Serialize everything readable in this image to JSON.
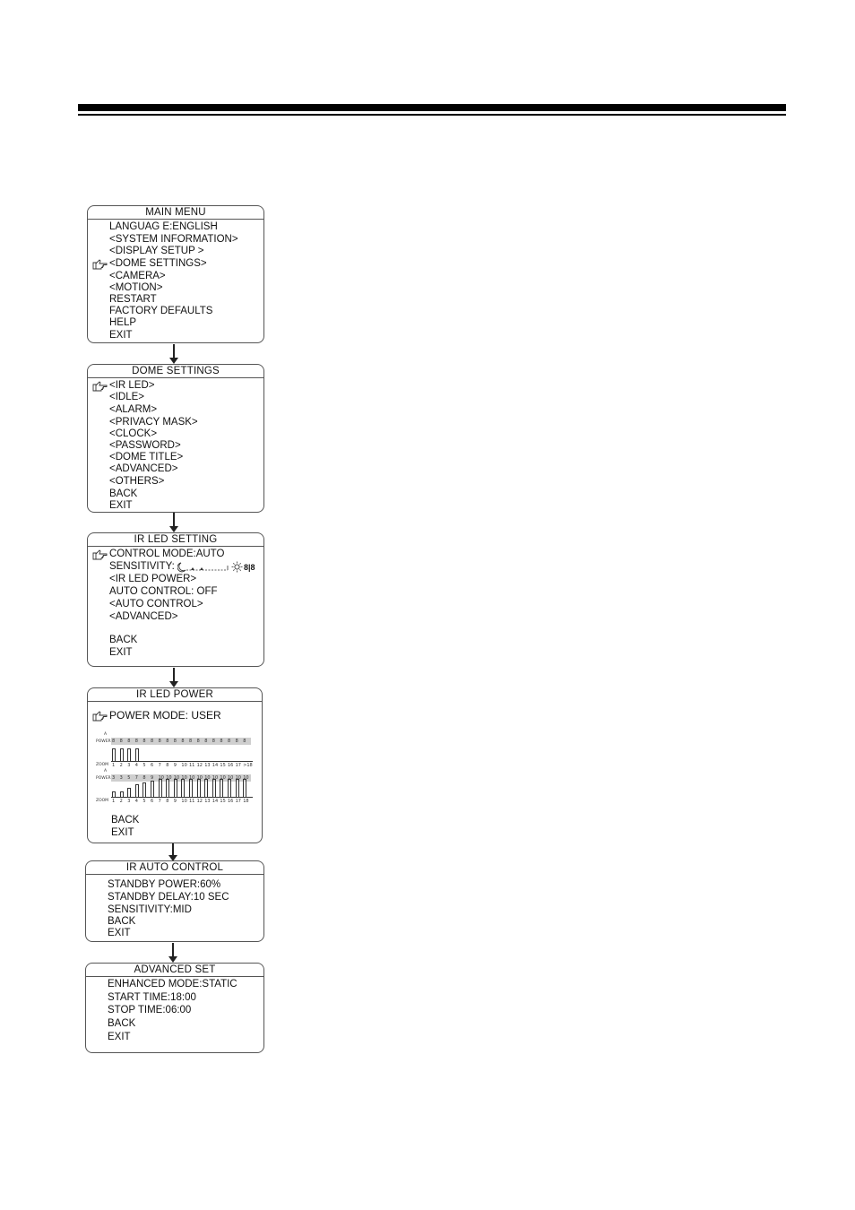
{
  "main_menu": {
    "title": "MAIN MENU",
    "items": [
      "LANGUAG E:ENGLISH",
      "<SYSTEM INFORMATION>",
      "<DISPLAY SETUP >",
      "<DOME SETTINGS>",
      "<CAMERA>",
      "<MOTION>",
      "RESTART",
      "FACTORY DEFAULTS",
      "HELP",
      "EXIT"
    ]
  },
  "dome_settings": {
    "title": "DOME SETTINGS",
    "items": [
      "<IR LED>",
      "<IDLE>",
      "<ALARM>",
      "<PRIVACY MASK>",
      "<CLOCK>",
      "<PASSWORD>",
      "<DOME TITLE>",
      "<ADVANCED>",
      "<OTHERS>",
      "BACK",
      "EXIT"
    ]
  },
  "ir_led_setting": {
    "title": "IR LED SETTING",
    "items": [
      "CONTROL MODE:AUTO",
      "SENSITIVITY:",
      "<IR LED POWER>",
      "AUTO CONTROL: OFF",
      "<AUTO CONTROL>",
      "<ADVANCED>",
      "BACK",
      "EXIT"
    ],
    "sensitivity_end": "8|8"
  },
  "ir_led_power": {
    "title": "IR LED POWER",
    "mode": "POWER MODE: USER",
    "chart1": {
      "row_label": "POWER",
      "axis_label": "ZOOM",
      "top_marker": "A",
      "values": [
        "8",
        "8",
        "8",
        "8",
        "8",
        "8",
        "8",
        "8",
        "8",
        "8",
        "8",
        "8",
        "8",
        "8",
        "8",
        "8",
        "8",
        "8"
      ],
      "x_labels": [
        "1",
        "2",
        "3",
        "4",
        "5",
        "6",
        "7",
        "8",
        "9",
        "10",
        "11",
        "12",
        "13",
        "14",
        "15",
        "16",
        "17",
        ">18"
      ],
      "bar_levels": [
        0.8,
        0.8,
        0.8,
        0.8,
        0,
        0,
        0,
        0,
        0,
        0,
        0,
        0,
        0,
        0,
        0,
        0,
        0,
        0
      ]
    },
    "chart2": {
      "row_label": "POWER",
      "axis_label": "ZOOM",
      "top_marker": "A",
      "values": [
        "3",
        "3",
        "5",
        "7",
        "8",
        "9",
        "10",
        "10",
        "10",
        "10",
        "10",
        "10",
        "10",
        "10",
        "10",
        "10",
        "10",
        "10"
      ],
      "x_labels": [
        "1",
        "2",
        "3",
        "4",
        "5",
        "6",
        "7",
        "8",
        "9",
        "10",
        "11",
        "12",
        "13",
        "14",
        "15",
        "16",
        "17",
        "18"
      ],
      "bar_levels": [
        0.3,
        0.3,
        0.5,
        0.7,
        0.8,
        0.9,
        1,
        1,
        1,
        1,
        1,
        1,
        1,
        1,
        1,
        1,
        1,
        1
      ]
    },
    "items": [
      "BACK",
      "EXIT"
    ]
  },
  "ir_auto_control": {
    "title": "IR AUTO CONTROL",
    "items": [
      "STANDBY POWER:60%",
      "STANDBY DELAY:10 SEC",
      "SENSITIVITY:MID",
      "BACK",
      "EXIT"
    ]
  },
  "advanced_set": {
    "title": "ADVANCED SET",
    "items": [
      "ENHANCED MODE:STATIC",
      "START TIME:18:00",
      "STOP TIME:06:00",
      "BACK",
      "EXIT"
    ]
  }
}
